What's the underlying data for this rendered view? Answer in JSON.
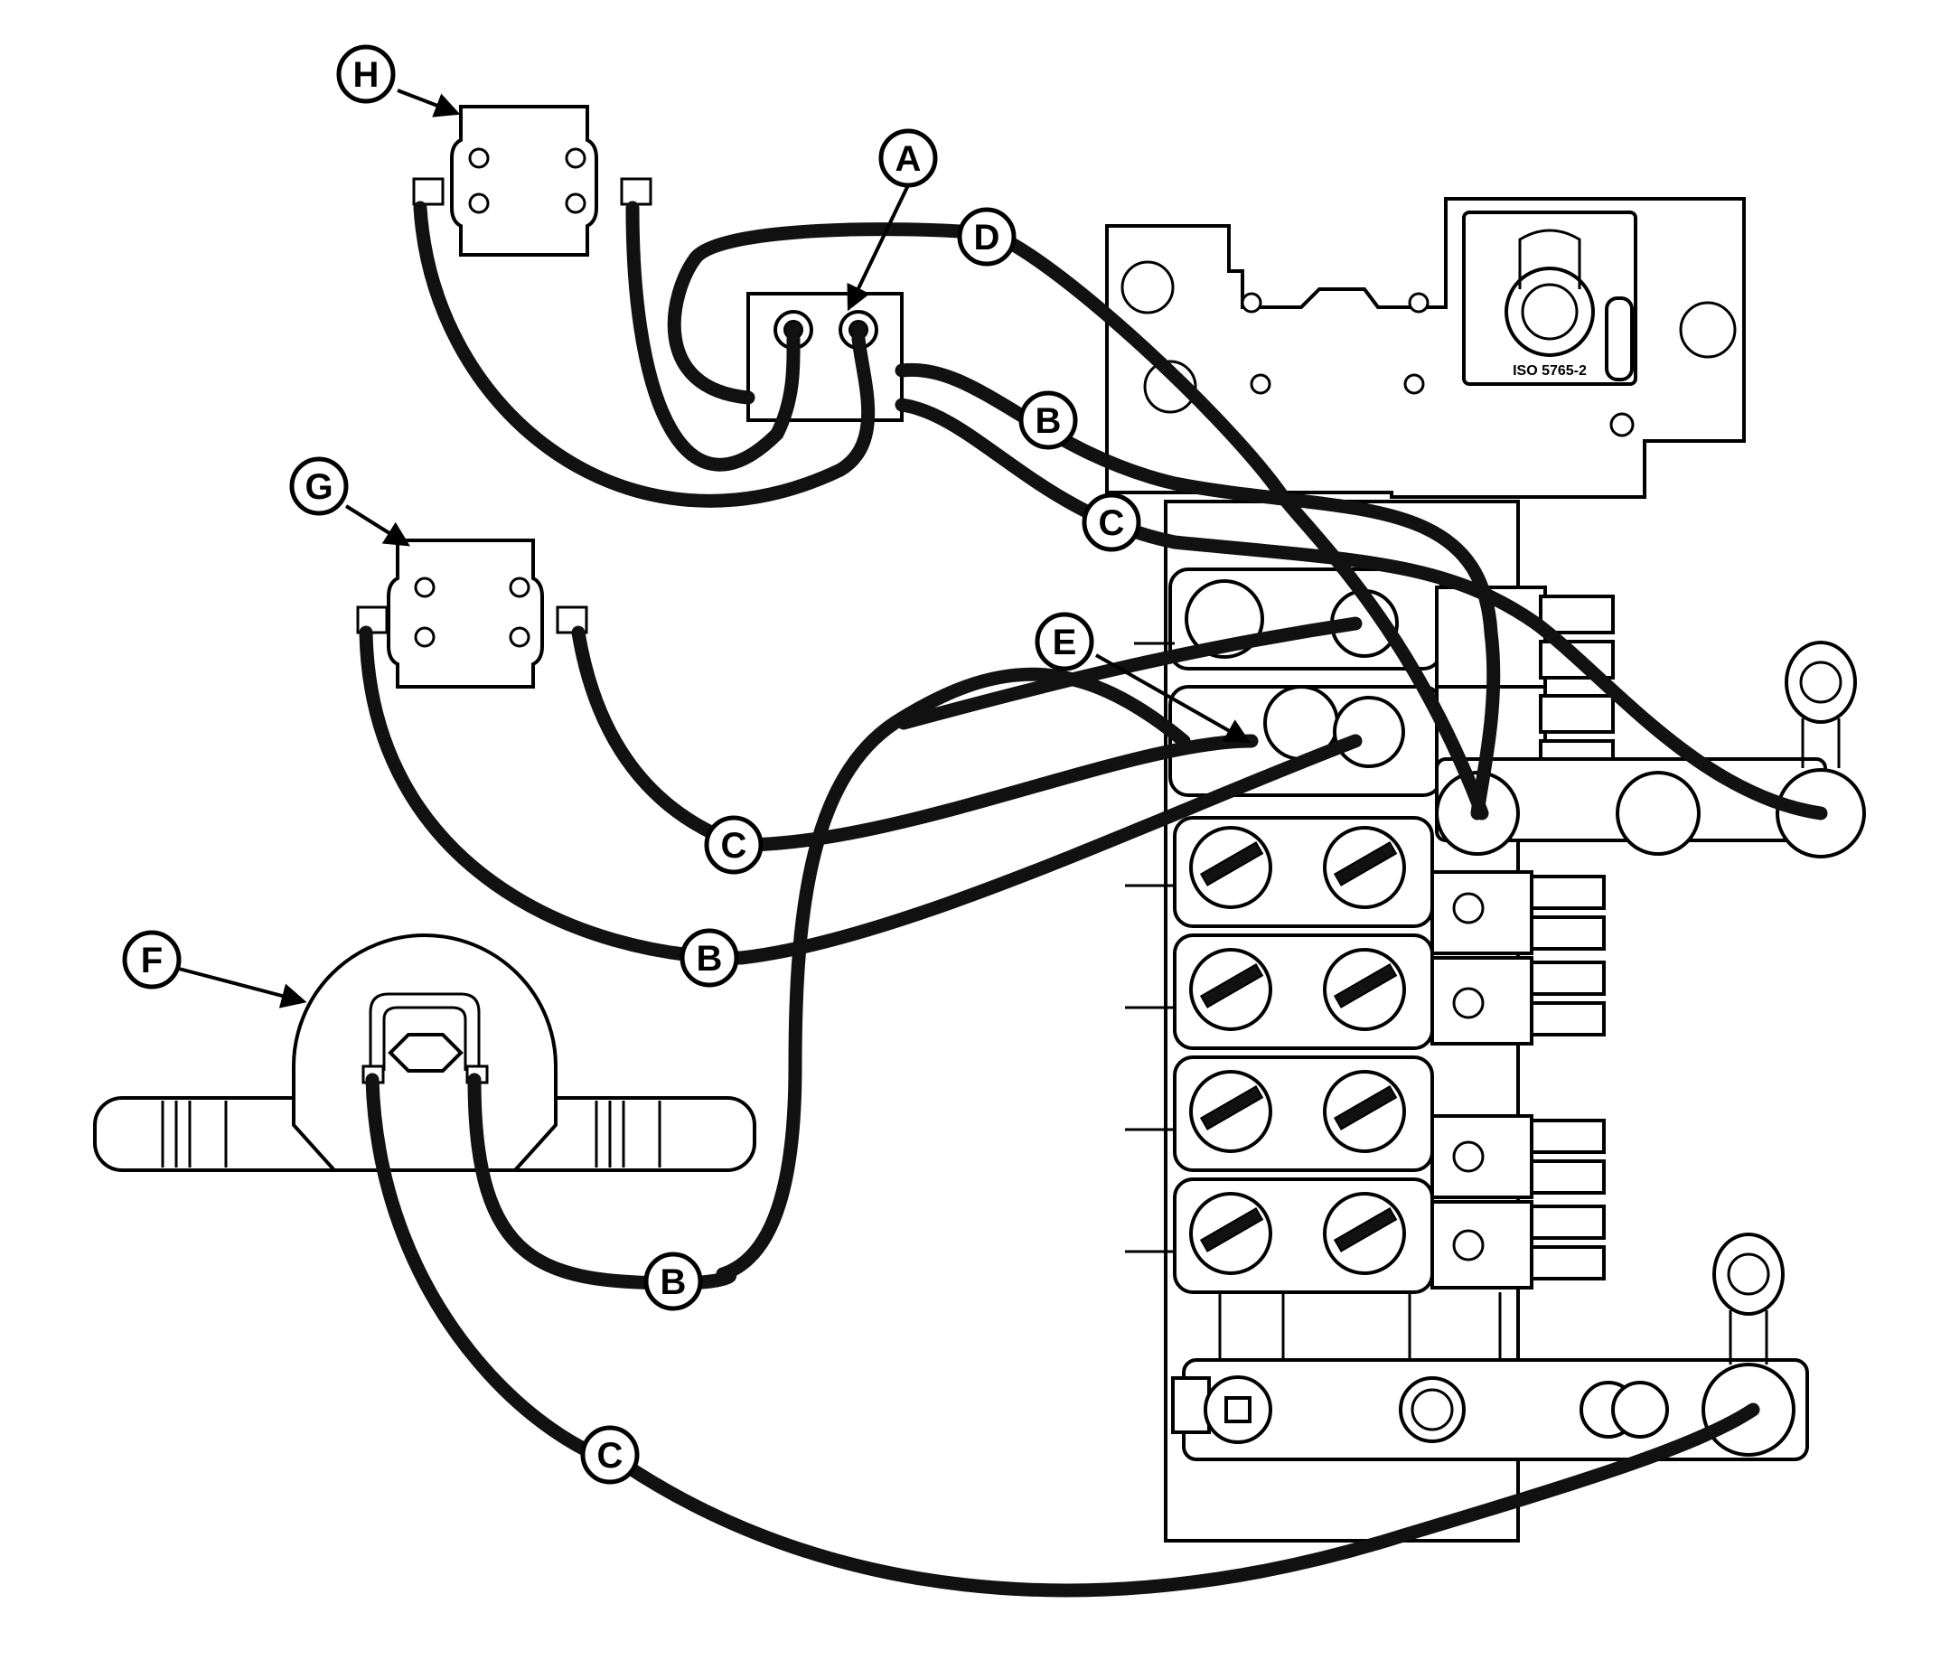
{
  "callouts": {
    "a": "A",
    "b": "B",
    "c": "C",
    "d": "D",
    "e": "E",
    "f": "F",
    "g": "G",
    "h": "H"
  },
  "plate_marking": "ISO 5765-2",
  "colors": {
    "line": "#000000",
    "hose": "#111111",
    "background": "#ffffff"
  }
}
